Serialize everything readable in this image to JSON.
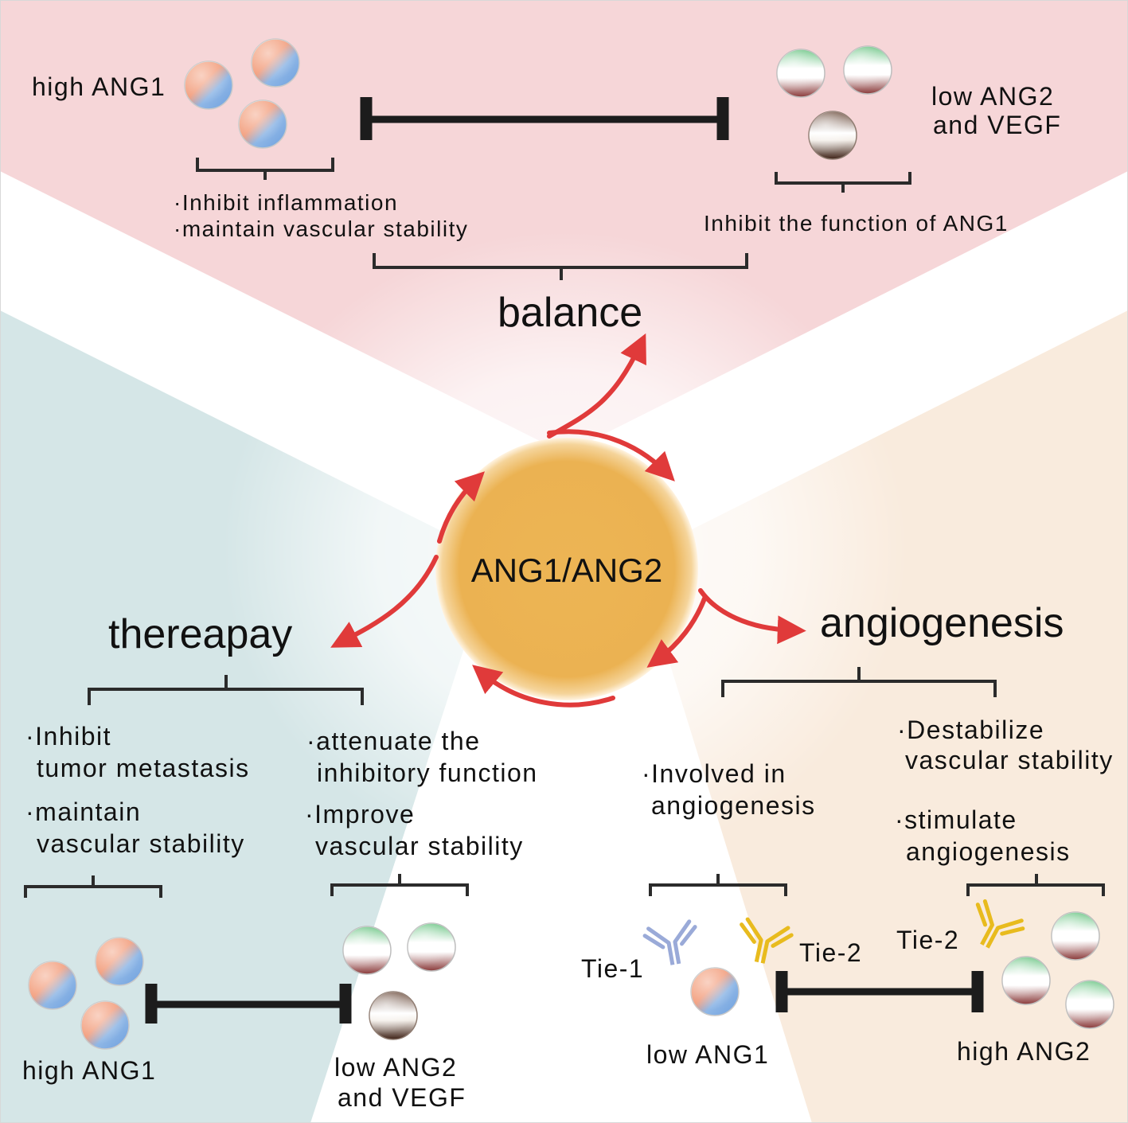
{
  "center": {
    "label": "ANG1/ANG2"
  },
  "balance": {
    "title": "balance",
    "left_state": "high ANG1",
    "right_state_line1": "low ANG2",
    "right_state_line2": "and VEGF",
    "left_effect_line1": "·Inhibit inflammation",
    "left_effect_line2": "·maintain vascular stability",
    "right_effect": "Inhibit the function of ANG1"
  },
  "therapy": {
    "title": "thereapay",
    "left_effect_line1": "·Inhibit",
    "left_effect_line2": "tumor metastasis",
    "left_effect_line3": "·maintain",
    "left_effect_line4": "vascular stability",
    "right_effect_line1": "·attenuate the",
    "right_effect_line2": "inhibitory function",
    "right_effect_line3": "·Improve",
    "right_effect_line4": "vascular stability",
    "left_state": "high ANG1",
    "right_state_line1": "low ANG2",
    "right_state_line2": "and VEGF"
  },
  "angiogenesis": {
    "title": "angiogenesis",
    "left_effect_line1": "·Involved in",
    "left_effect_line2": "angiogenesis",
    "right_effect_line1": "·Destabilize",
    "right_effect_line2": "vascular stability",
    "right_effect_line3": "·stimulate",
    "right_effect_line4": "angiogenesis",
    "receptor_tie1": "Tie-1",
    "receptor_tie2_left": "Tie-2",
    "receptor_tie2_right": "Tie-2",
    "left_state": "low ANG1",
    "right_state": "high ANG2"
  },
  "colors": {
    "balance_bg": "#f6d6d8",
    "therapy_bg": "#d5e6e7",
    "angiogenesis_bg": "#f9ebdd",
    "center_fill": "#ecb352",
    "arrow": "#e03a3a",
    "receptor_tie1": "#9aaad8",
    "receptor_tie2": "#e8bb1e"
  },
  "icons": {
    "ang1": "ang1-sphere-icon",
    "ang2": "ang2-sphere-icon",
    "vegf": "vegf-sphere-icon",
    "receptor": "receptor-y-icon",
    "inhibition": "inhibition-bar-icon"
  }
}
